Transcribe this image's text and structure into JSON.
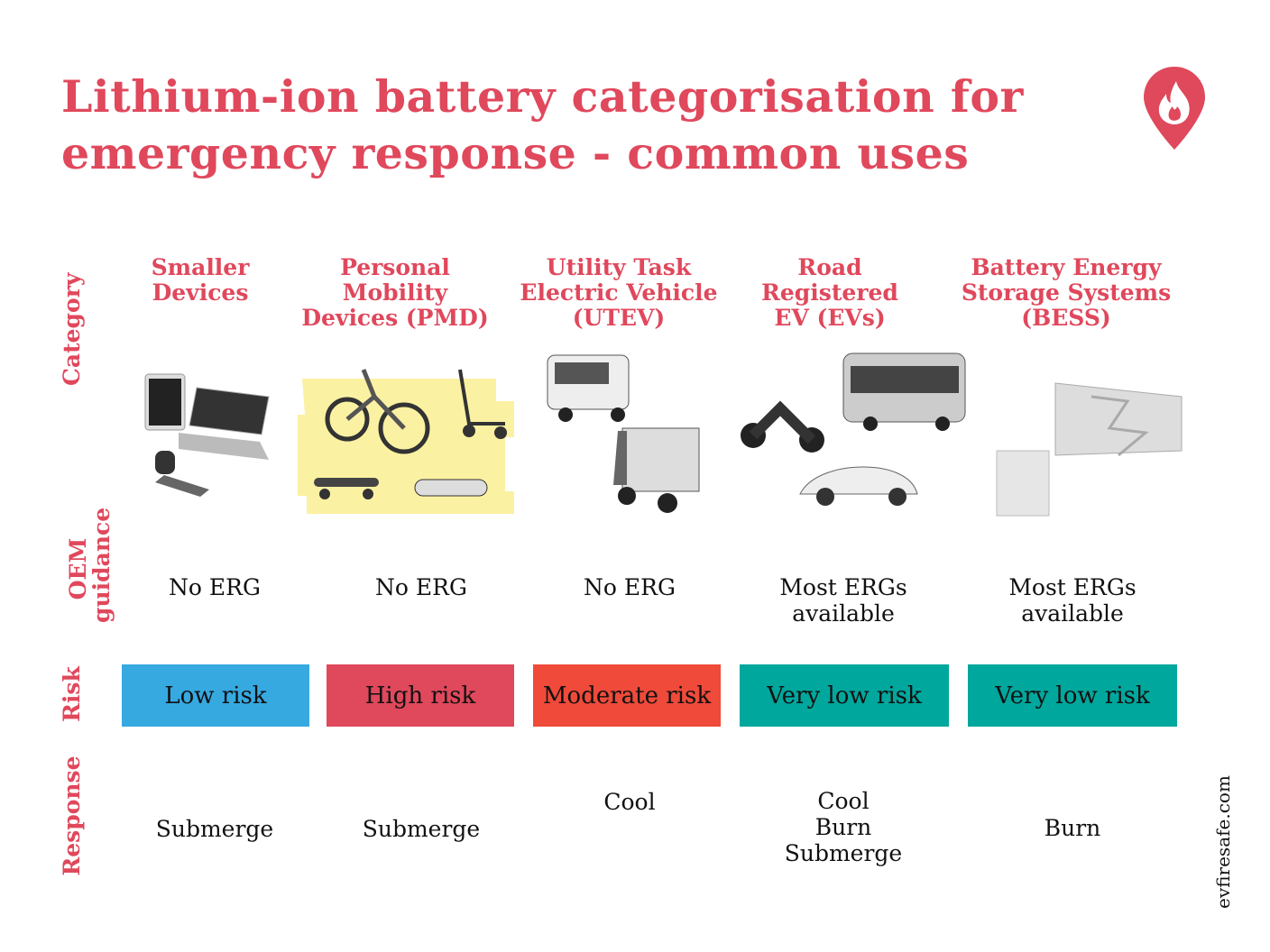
{
  "title": {
    "line1": "Lithium-ion battery categorisation for",
    "line2": "emergency response - common uses"
  },
  "row_labels": {
    "category": "Category",
    "oem_line1": "OEM",
    "oem_line2": "guidance",
    "risk": "Risk",
    "response": "Response"
  },
  "columns": [
    {
      "category": [
        "Smaller",
        "Devices"
      ],
      "oem": [
        "No ERG"
      ],
      "risk": "Low risk",
      "risk_color": "#36a9e1",
      "response": [
        "Submerge"
      ]
    },
    {
      "category": [
        "Personal",
        "Mobility",
        "Devices (PMD)"
      ],
      "oem": [
        "No ERG"
      ],
      "risk": "High risk",
      "risk_color": "#e0485c",
      "response": [
        "Submerge"
      ]
    },
    {
      "category": [
        "Utility Task",
        "Electric Vehicle",
        "(UTEV)"
      ],
      "oem": [
        "No ERG"
      ],
      "risk": "Moderate risk",
      "risk_color": "#ef4a3a",
      "response": [
        "Cool"
      ]
    },
    {
      "category": [
        "Road",
        "Registered",
        "EV (EVs)"
      ],
      "oem": [
        "Most ERGs",
        "available"
      ],
      "risk": "Very low risk",
      "risk_color": "#00a79d",
      "response": [
        "Cool",
        "Burn",
        "Submerge"
      ]
    },
    {
      "category": [
        "Battery Energy",
        "Storage Systems",
        "(BESS)"
      ],
      "oem": [
        "Most ERGs",
        "available"
      ],
      "risk": "Very low risk",
      "risk_color": "#00a79d",
      "response": [
        "Burn"
      ]
    }
  ],
  "website": "evfiresafe.com",
  "colors": {
    "accent": "#e0485c"
  }
}
